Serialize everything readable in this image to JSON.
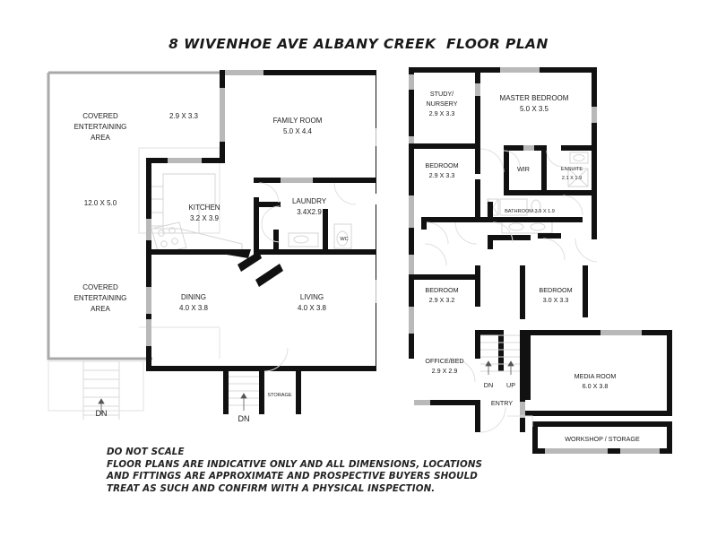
{
  "document": {
    "title": "8 WIVENHOE AVE ALBANY CREEK  FLOOR PLAN",
    "disclaimer": "DO NOT SCALE\nFLOOR PLANS ARE INDICATIVE ONLY AND ALL DIMENSIONS, LOCATIONS\nAND FITTINGS ARE APPROXIMATE AND PROSPECTIVE BUYERS SHOULD\nTREAT AS SUCH AND CONFIRM WITH A PHYSICAL INSPECTION.",
    "background_color": "#ffffff",
    "wall_color": "#111111",
    "light_wall_color": "#b9b9b9",
    "text_color": "#1c1c1c"
  },
  "upper_floor": {
    "name": "upper-floor-plan",
    "rooms": [
      {
        "name": "covered-entertaining-area-top",
        "label": "COVERED\nENTERTAINING\nAREA",
        "line1": "COVERED",
        "line2": "ENTERTAINING",
        "line3": "AREA",
        "dimensions": ""
      },
      {
        "name": "covered-entertaining-dimension",
        "label": "",
        "dimensions": "12.0 X 5.0"
      },
      {
        "name": "covered-entertaining-area-bottom",
        "line1": "COVERED",
        "line2": "ENTERTAINING",
        "line3": "AREA",
        "dimensions": ""
      },
      {
        "name": "unnamed-room",
        "label": "",
        "dimensions": "2.9 X 3.3"
      },
      {
        "name": "family-room",
        "label": "FAMILY ROOM",
        "dimensions": "5.0 X 4.4"
      },
      {
        "name": "kitchen",
        "label": "KITCHEN",
        "dimensions": "3.2 X 3.9"
      },
      {
        "name": "laundry",
        "label": "LAUNDRY",
        "dimensions": "3.4X2.9"
      },
      {
        "name": "wc",
        "label": "WC",
        "dimensions": ""
      },
      {
        "name": "dining",
        "label": "DINING",
        "dimensions": "4.0 X 3.8"
      },
      {
        "name": "living",
        "label": "LIVING",
        "dimensions": "4.0 X 3.8"
      },
      {
        "name": "storage",
        "label": "STORAGE",
        "dimensions": ""
      }
    ],
    "stair_labels": [
      {
        "name": "stair-dn-outer",
        "label": "DN"
      },
      {
        "name": "stair-dn-inner",
        "label": "DN"
      }
    ]
  },
  "lower_floor": {
    "name": "lower-floor-plan",
    "rooms": [
      {
        "name": "study-nursery",
        "line1": "STUDY/",
        "line2": "NURSERY",
        "dimensions": "2.9 X 3.3"
      },
      {
        "name": "master-bedroom",
        "label": "MASTER BEDROOM",
        "dimensions": "5.0 X 3.5"
      },
      {
        "name": "bedroom-2",
        "label": "BEDROOM",
        "dimensions": "2.9 X 3.3"
      },
      {
        "name": "wir",
        "label": "WIR",
        "dimensions": ""
      },
      {
        "name": "ensuite",
        "label": "ENSUITE",
        "dimensions": "2.1 X 1.9"
      },
      {
        "name": "bathroom",
        "label": "BATHROOM 3.9 X 1.9",
        "dimensions": ""
      },
      {
        "name": "bedroom-3",
        "label": "BEDROOM",
        "dimensions": "2.9 X 3.2"
      },
      {
        "name": "bedroom-4",
        "label": "BEDROOM",
        "dimensions": "3.0 X 3.3"
      },
      {
        "name": "office-bed",
        "label": "OFFICE/BED",
        "dimensions": "2.9 X 2.9"
      },
      {
        "name": "media-room",
        "label": "MEDIA ROOM",
        "dimensions": "6.0 X 3.8"
      },
      {
        "name": "workshop-storage",
        "label": "WORKSHOP / STORAGE",
        "dimensions": ""
      },
      {
        "name": "entry",
        "label": "ENTRY",
        "dimensions": ""
      }
    ],
    "stair_labels": [
      {
        "name": "stair-dn",
        "label": "DN"
      },
      {
        "name": "stair-up",
        "label": "UP"
      }
    ]
  }
}
